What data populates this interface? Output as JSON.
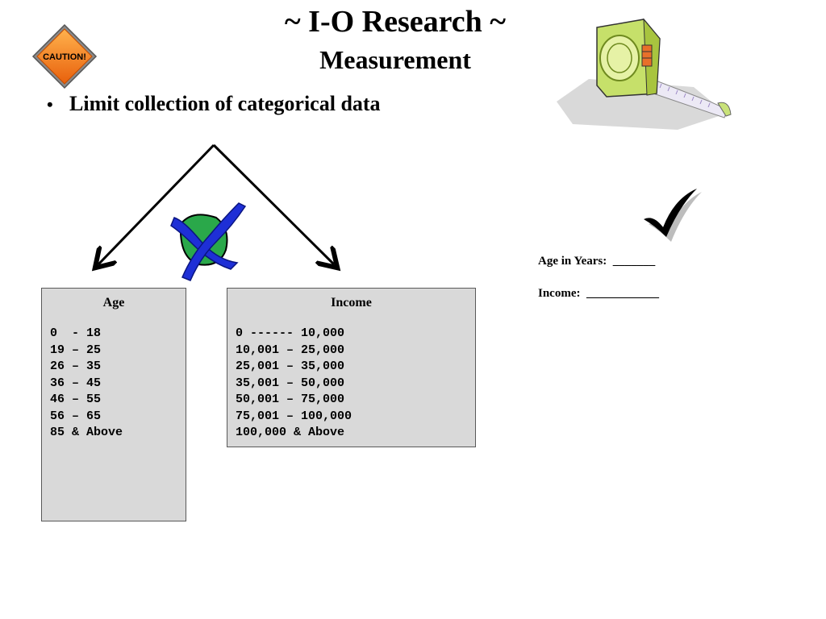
{
  "slide": {
    "title": "~ I-O Research ~",
    "subtitle": "Measurement",
    "bullet": "Limit collection of categorical data"
  },
  "icons": {
    "caution_sign": {
      "text": "CAUTION!",
      "color": "#f58220"
    },
    "tape_measure": "tape-measure-icon",
    "wrong_mark": {
      "shape": "green-blob-with-blue-x",
      "green": "#2aa84a",
      "blue": "#1e2fd6"
    },
    "correct_mark": "black-checkmark"
  },
  "age_box": {
    "title": "Age",
    "rows": [
      "0  - 18",
      "19 – 25",
      "26 – 35",
      "36 – 45",
      "46 – 55",
      "56 – 65",
      "85 & Above"
    ]
  },
  "income_box": {
    "title": "Income",
    "rows": [
      "0 ------ 10,000",
      "10,001 – 25,000",
      "25,001 – 35,000",
      "35,001 – 50,000",
      "50,001 – 75,000",
      "75,001 – 100,000",
      "100,000 & Above"
    ]
  },
  "form": {
    "age_label": "Age in Years:",
    "age_blank": "_______",
    "income_label": "Income:",
    "income_blank": "____________"
  },
  "colors": {
    "box_fill": "#d9d9d9",
    "box_border": "#595959"
  }
}
